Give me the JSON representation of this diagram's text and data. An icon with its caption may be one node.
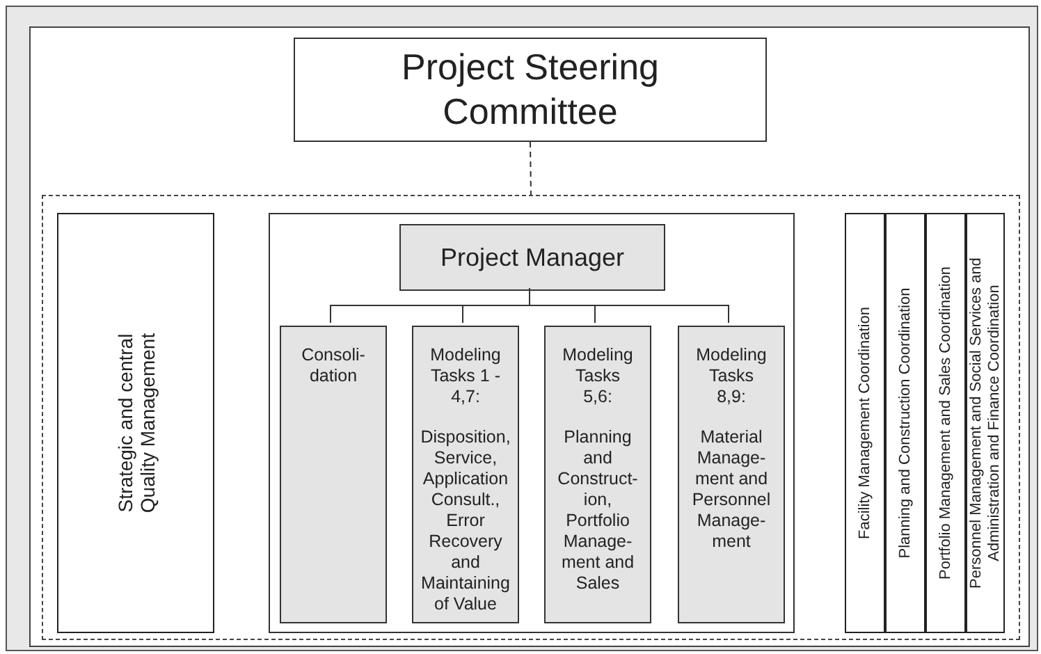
{
  "diagram": {
    "nodes": [
      {
        "text": [
          "Project Steering Committee"
        ]
      },
      {
        "text": [],
        "shape": "box"
      },
      {
        "text": [
          "Strategic and central Quality Management"
        ],
        "in": 1
      },
      {
        "text": [],
        "shape": "box",
        "in": 1
      },
      {
        "text": [
          "Project Manager"
        ],
        "in": 3
      },
      {
        "text": [
          "Consoli- dation"
        ],
        "in": 3
      },
      {
        "text": [
          "Modeling Tasks 1 - 4,7:",
          "Disposition, Service, Application Consult., Error Recovery and Maintaining of Value"
        ],
        "in": 3
      },
      {
        "text": [
          "Modeling Tasks 5,6:",
          "Planning and Construct- ion, Portfolio Manage- ment and Sales"
        ],
        "in": 3
      },
      {
        "text": [
          "Modeling Tasks 8,9:",
          "Material Manage- ment and Personnel Manage- ment"
        ],
        "in": 3
      },
      {
        "text": [
          "Facility Management Coordination"
        ],
        "in": 1
      },
      {
        "text": [
          "Planning and Construction Coordination"
        ],
        "in": 1
      },
      {
        "text": [
          "Portfolio Management and Sales Coordination"
        ],
        "in": 1
      },
      {
        "text": [
          "Personnel Management and Social Services and Administration and Finance Coordination"
        ],
        "in": 1
      }
    ],
    "edges": [
      {
        "from": 0,
        "to": 1,
        "arrow": "none",
        "style": "dashed"
      },
      {
        "from": 4,
        "to": 5,
        "arrow": "none"
      },
      {
        "from": 4,
        "to": 6,
        "arrow": "none"
      },
      {
        "from": 4,
        "to": 7,
        "arrow": "none"
      },
      {
        "from": 4,
        "to": 8,
        "arrow": "none"
      }
    ]
  }
}
